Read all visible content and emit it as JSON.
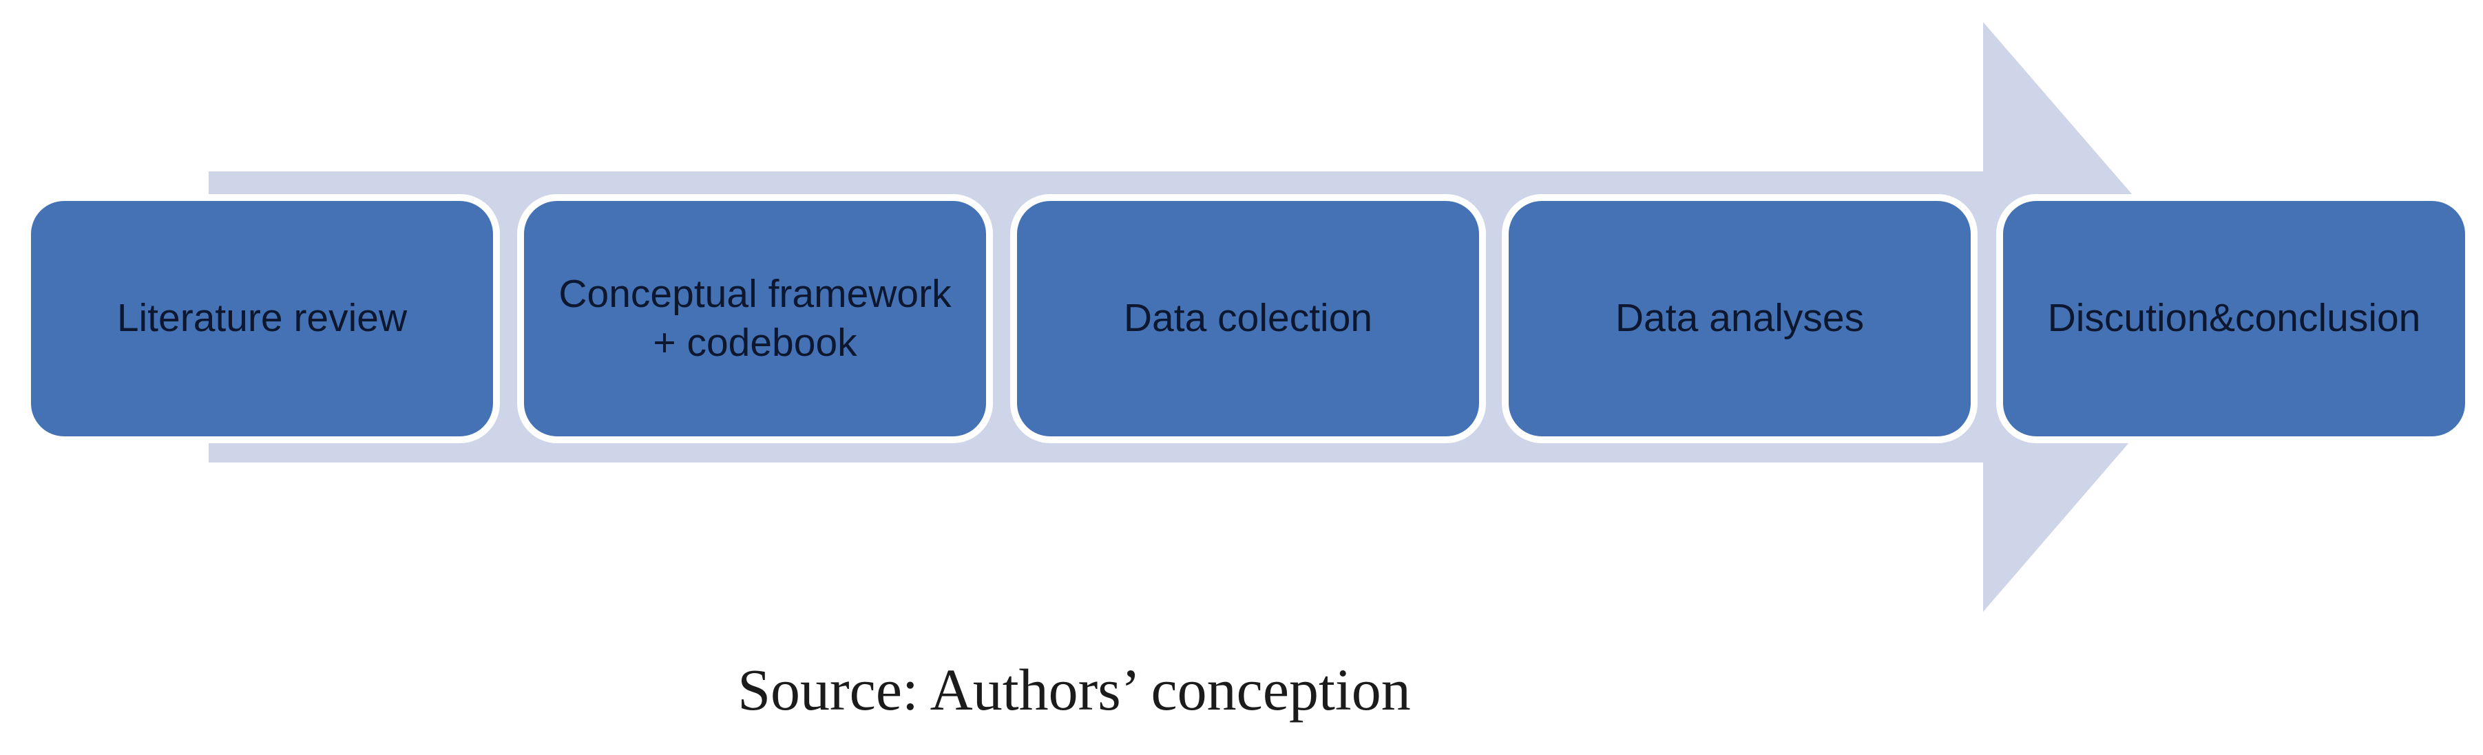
{
  "diagram": {
    "type": "horizontal-process-flow",
    "arrow": {
      "direction": "right",
      "shape": "band-with-triangular-head"
    },
    "steps": [
      {
        "index": 1,
        "label": "Literature review"
      },
      {
        "index": 2,
        "label": "Conceptual framework\n+ codebook"
      },
      {
        "index": 3,
        "label": "Data colection"
      },
      {
        "index": 4,
        "label": "Data analyses"
      },
      {
        "index": 5,
        "label": "Discution&conclusion"
      }
    ],
    "caption": "Source: Authors’ conception",
    "colors": {
      "box_fill": "#4472b4",
      "box_border": "#ffffff",
      "arrow_fill": "#cfd5e8",
      "label_text": "#0d1830",
      "caption_text": "#1b1b1b",
      "background": "#ffffff"
    }
  }
}
